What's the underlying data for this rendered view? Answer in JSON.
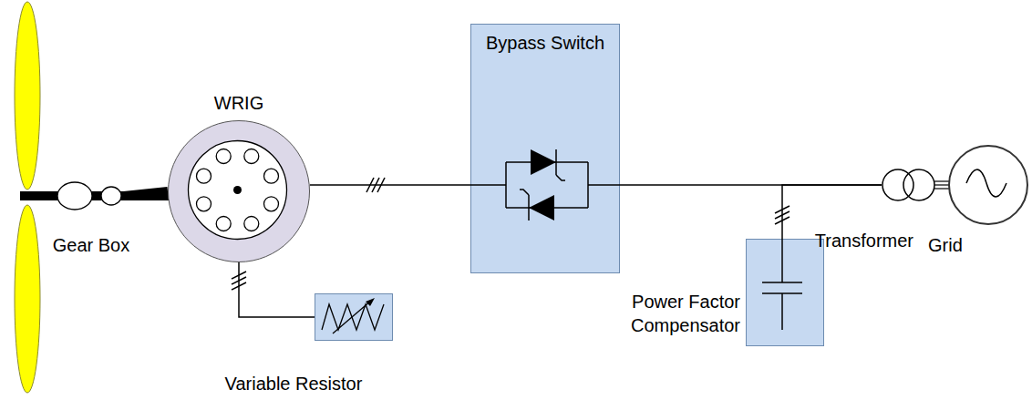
{
  "diagram": {
    "nodes": [
      {
        "text": [
          "Gear Box"
        ]
      },
      {
        "text": [
          "WRIG"
        ]
      },
      {
        "text": [
          "Variable Resistor"
        ]
      },
      {
        "text": [
          "Bypass Switch"
        ]
      },
      {
        "text": [
          "Power Factor Compensator"
        ]
      },
      {
        "text": [
          "Transformer"
        ]
      },
      {
        "text": [
          "Grid"
        ]
      }
    ],
    "edges": [
      {
        "from": 0,
        "to": 1,
        "arrow": "none"
      },
      {
        "from": 1,
        "to": 3,
        "arrow": "none"
      },
      {
        "from": 3,
        "to": 5,
        "arrow": "none"
      },
      {
        "from": 4,
        "to": 5,
        "arrow": "none"
      },
      {
        "from": 5,
        "to": 6,
        "arrow": "none"
      },
      {
        "from": 1,
        "to": 2,
        "arrow": "none"
      }
    ]
  }
}
